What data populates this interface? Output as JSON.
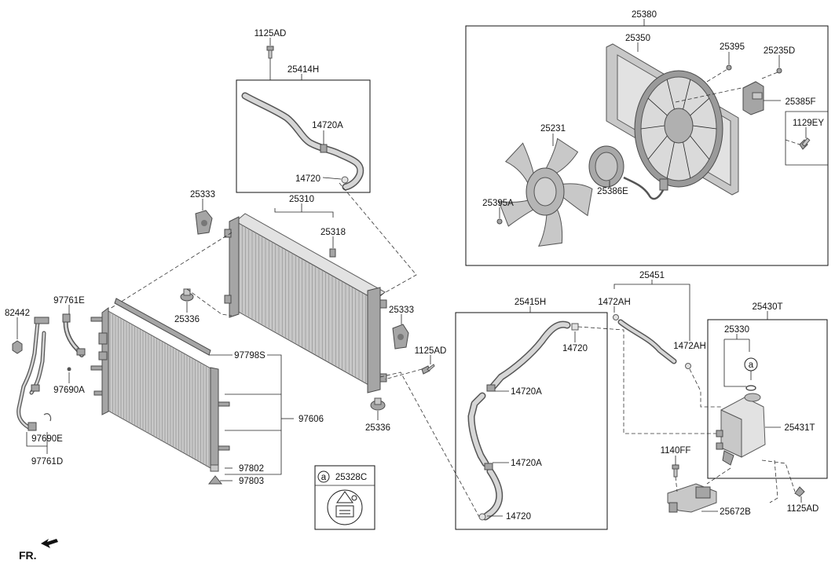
{
  "labels": {
    "p1125AD_top": "1125AD",
    "p25414H": "25414H",
    "p14720A_upper": "14720A",
    "p14720_upper": "14720",
    "p25333_left": "25333",
    "p25310": "25310",
    "p25318": "25318",
    "p25336_upper": "25336",
    "p25333_right": "25333",
    "p25336_lower": "25336",
    "p1125AD_mid": "1125AD",
    "p82442": "82442",
    "p97761E": "97761E",
    "p97690A": "97690A",
    "p97690E": "97690E",
    "p97761D": "97761D",
    "p97798S": "97798S",
    "p97606": "97606",
    "p97802": "97802",
    "p97803": "97803",
    "p25328C": "25328C",
    "p25380": "25380",
    "p25350": "25350",
    "p25395": "25395",
    "p25235D": "25235D",
    "p25385F": "25385F",
    "p1129EY": "1129EY",
    "p25231": "25231",
    "p25386E": "25386E",
    "p25395A": "25395A",
    "p25415H": "25415H",
    "p14720_lower_right": "14720",
    "p14720A_lower_1": "14720A",
    "p14720A_lower_2": "14720A",
    "p14720_lower": "14720",
    "p25451": "25451",
    "p1472AH_left": "1472AH",
    "p1472AH_right": "1472AH",
    "p25430T": "25430T",
    "p25330": "25330",
    "p25431T": "25431T",
    "p1140FF": "1140FF",
    "p25672B": "25672B",
    "p1125AD_bottom": "1125AD",
    "callout_a_main": "a",
    "callout_a_legend": "a",
    "front_marker": "FR."
  }
}
